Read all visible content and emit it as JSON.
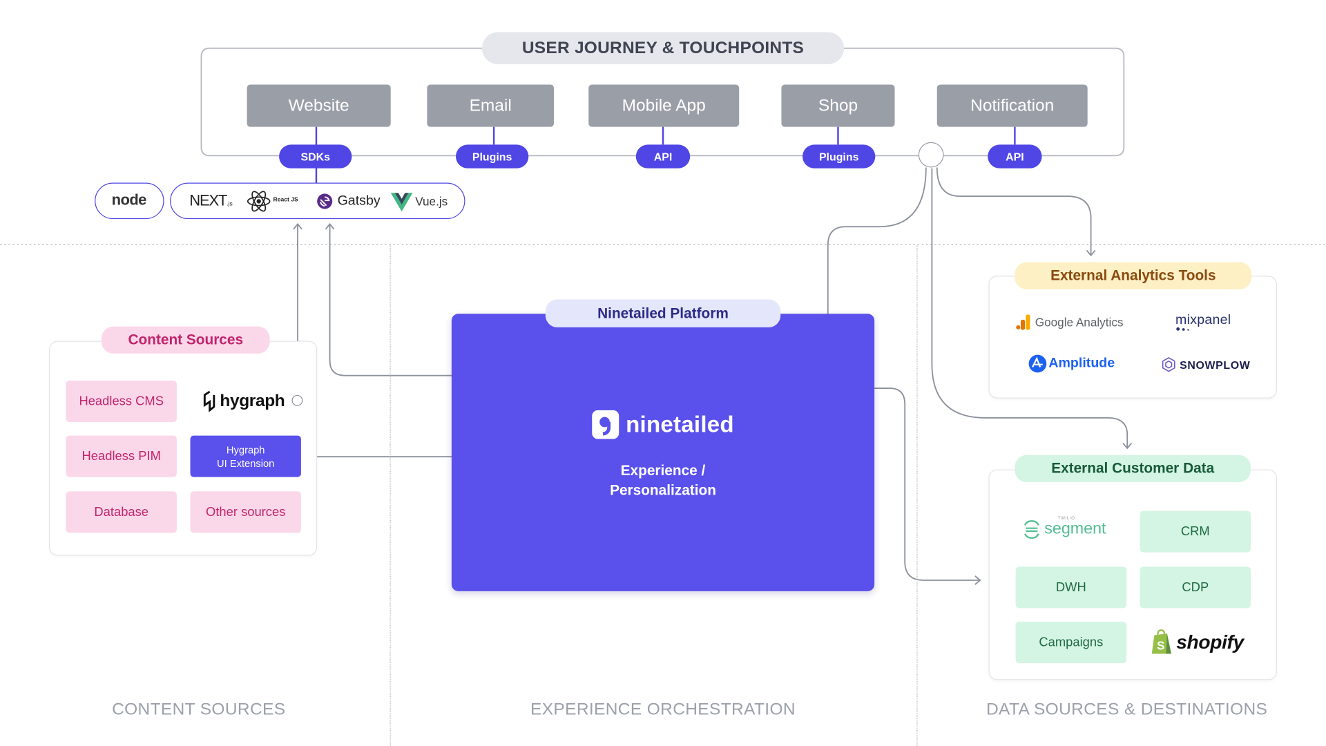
{
  "journey": {
    "title": "USER JOURNEY & TOUCHPOINTS",
    "touchpoints": [
      {
        "label": "Website",
        "connector": "SDKs"
      },
      {
        "label": "Email",
        "connector": "Plugins"
      },
      {
        "label": "Mobile App",
        "connector": "API"
      },
      {
        "label": "Shop",
        "connector": "Plugins"
      },
      {
        "label": "Notification",
        "connector": "API"
      }
    ],
    "frameworks": [
      "node-js-logo",
      "nextjs-logo",
      "react-logo",
      "gatsby-logo",
      "vuejs-logo"
    ],
    "framework_labels": {
      "next": "NEXT",
      "next_suffix": ".js",
      "react": "React JS",
      "gatsby": "Gatsby",
      "vue": "Vue.js",
      "node": "node"
    }
  },
  "content_sources": {
    "title": "Content Sources",
    "headless_cms": "Headless CMS",
    "hygraph": "hygraph",
    "headless_pim": "Headless PIM",
    "hygraph_ui_ext_line1": "Hygraph",
    "hygraph_ui_ext_line2": "UI Extension",
    "database": "Database",
    "other_sources": "Other sources"
  },
  "platform": {
    "title": "Ninetailed Platform",
    "brand": "ninetailed",
    "subtitle_line1": "Experience /",
    "subtitle_line2": "Personalization"
  },
  "analytics": {
    "title": "External Analytics Tools",
    "google": "Google Analytics",
    "mixpanel": "mixpanel",
    "amplitude": "Amplitude",
    "snowplow": "SNOWPLOW"
  },
  "customer_data": {
    "title": "External Customer Data",
    "segment_small": "TWILIO",
    "segment": "segment",
    "crm": "CRM",
    "dwh": "DWH",
    "cdp": "CDP",
    "campaigns": "Campaigns",
    "shopify": "shopify"
  },
  "footer": {
    "content": "CONTENT SOURCES",
    "orchestration": "EXPERIENCE ORCHESTRATION",
    "data": "DATA SOURCES & DESTINATIONS"
  },
  "colors": {
    "accent": "#4f46e5",
    "platform": "#5a50ec",
    "pink_bg": "#fbd7ea",
    "pink_text": "#c0256b",
    "green_bg": "#d4f5e4",
    "yellow_bg": "#fdf0c4"
  }
}
